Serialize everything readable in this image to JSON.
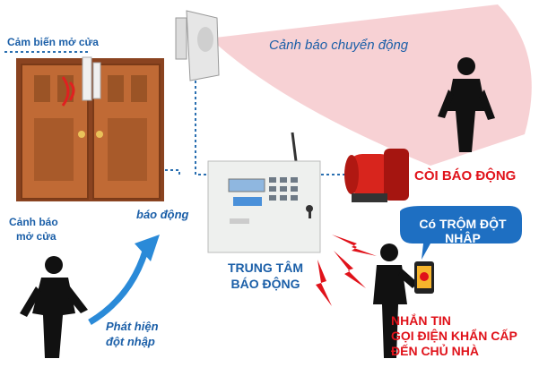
{
  "labels": {
    "door_sensor": "Cảm biến mở cửa",
    "motion_warning": "Cảnh báo chuyển động",
    "door_warning_line1": "Cảnh báo",
    "door_warning_line2": "mở cửa",
    "alarm": "báo động",
    "detect_line1": "Phát hiện",
    "detect_line2": "đột nhập",
    "siren": "CÒI BÁO ĐỘNG",
    "center_line1": "TRUNG TÂM",
    "center_line2": "BÁO ĐỘNG",
    "bubble": "Có TRỘM ĐỘT NHẬP",
    "sms_line1": "NHẮN TIN",
    "sms_line2": "GỌI ĐIỆN KHẨN CẤP",
    "sms_line3": "ĐẾN CHỦ NHÀ"
  },
  "colors": {
    "blue_text": "#1b5fa8",
    "red_text": "#e0121a",
    "motion_cone": "#f6c9cd",
    "dotted_line": "#2a6fb0",
    "door_wood": "#b5602f",
    "siren": "#d8251d",
    "bubble": "#1e6fc2"
  },
  "icons": [
    "motion-sensor-icon",
    "door-sensor-icon",
    "siren-icon",
    "alarm-panel-icon",
    "burglar-icon",
    "phone-icon",
    "lightning-icon"
  ]
}
